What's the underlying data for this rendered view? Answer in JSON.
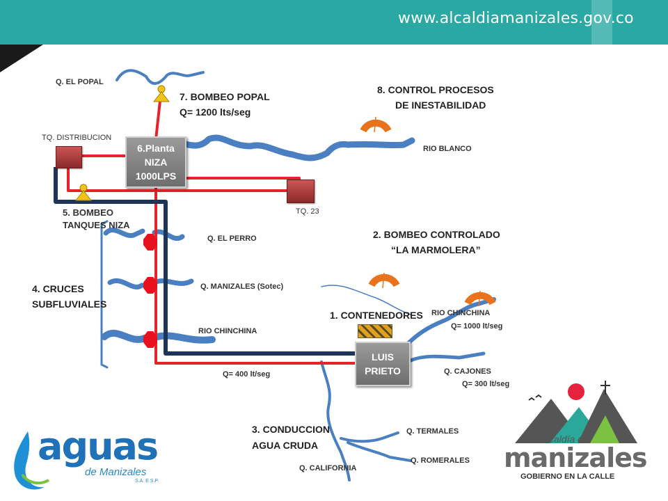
{
  "header": {
    "url": "www.alcaldiamanizales.gov.co"
  },
  "labels": {
    "q_el_popal": "Q. EL POPAL",
    "bombeo_popal_1": "7. BOMBEO POPAL",
    "bombeo_popal_2": "Q= 1200 lts/seg",
    "control_1": "8. CONTROL PROCESOS",
    "control_2": "DE INESTABILIDAD",
    "tq_distribucion": "TQ. DISTRIBUCION",
    "rio_blanco": "RIO BLANCO",
    "tq_23": "TQ. 23",
    "bombeo_tanques_1": "5. BOMBEO",
    "bombeo_tanques_2": "TANQUES NIZA",
    "q_el_perro": "Q. EL PERRO",
    "bombeo_controlado_1": "2. BOMBEO CONTROLADO",
    "bombeo_controlado_2": "“LA MARMOLERA”",
    "cruces_1": "4. CRUCES",
    "cruces_2": "SUBFLUVIALES",
    "q_manizales": "Q. MANIZALES (Sotec)",
    "rio_chinchina_right": "RIO CHINCHINA",
    "q_1000": "Q= 1000 lt/seg",
    "contenedores": "1. CONTENEDORES",
    "rio_chinchina_left": "RIO CHINCHINA",
    "q_cajones": "Q. CAJONES",
    "q_300": "Q= 300 lt/seg",
    "q_400": "Q= 400 lt/seg",
    "conduccion_1": "3. CONDUCCION",
    "conduccion_2": "AGUA CRUDA",
    "q_termales": "Q. TERMALES",
    "q_romerales": "Q. ROMERALES",
    "q_california": "Q. CALIFORNIA"
  },
  "planta": {
    "line1": "6.Planta",
    "line2": "NIZA",
    "line3": "1000LPS"
  },
  "luis_prieto": {
    "line1": "LUIS",
    "line2": "PRIETO"
  },
  "logos": {
    "aguas_main": "aguas",
    "aguas_sub": "de Manizales",
    "aguas_esp": "S.A. E.S.P.",
    "alcaldia_top": "alcaldía de",
    "alcaldia_main": "manizales",
    "alcaldia_sub": "GOBIERNO EN LA CALLE"
  },
  "colors": {
    "header": "#2aa9a4",
    "river": "#4a7fc1",
    "pipe_red": "#e8222a",
    "pipe_navy": "#1f3558",
    "pump": "#f2c419"
  }
}
